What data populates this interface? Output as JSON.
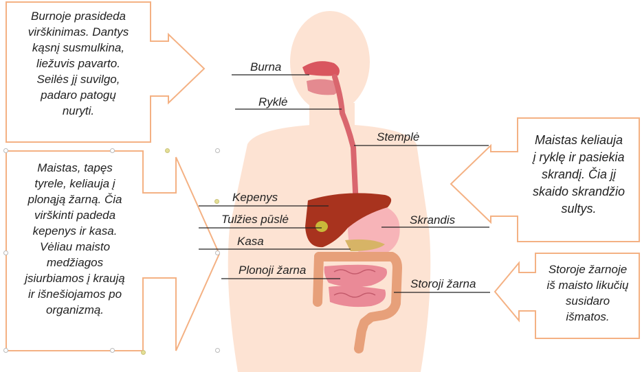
{
  "colors": {
    "callout_border": "#f4b183",
    "skin": "#fde3d3",
    "esophagus": "#d9666e",
    "liver": "#a8331e",
    "stomach": "#f7b4b8",
    "intestine": "#e98c99",
    "leader_line": "#222222"
  },
  "callouts": {
    "mouth": {
      "text": "Burnoje prasideda\nvirškinimas. Dantys\nkąsnį susmulkina,\nliežuvis pavarto.\nSeilės jį suvilgo,\npadaro patogų\nnuryti."
    },
    "intestine": {
      "text": "Maistas, tapęs\ntyrele, keliauja į\nplonąją žarną. Čia\nvirškinti padeda\nkepenys ir kasa.\nVėliau maisto\nmedžiagos\njsiurbiamos į kraują\nir išnešiojamos po\norganizmą."
    },
    "stomach": {
      "text": "Maistas keliauja\nį ryklę ir pasiekia\nskrandį. Čia jį\nskaido skrandžio\nsultys."
    },
    "colon": {
      "text": "Storoje žarnoje\niš maisto likučių\nsusidaro\nišmatos."
    }
  },
  "labels": {
    "burna": "Burna",
    "rykle": "Ryklė",
    "stemple": "Stemplė",
    "kepenys": "Kepenys",
    "tulzies_pusle": "Tulžies pūslė",
    "kasa": "Kasa",
    "plonoji_zarna": "Plonoji žarna",
    "skrandis": "Skrandis",
    "storoji_zarna": "Storoji žarna"
  }
}
